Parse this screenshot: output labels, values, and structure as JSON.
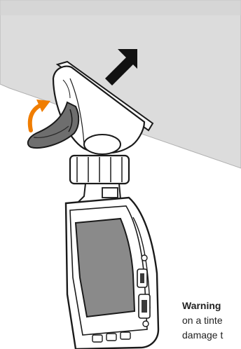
{
  "figure": {
    "description_icons": {
      "windshield": "windshield-glass",
      "push_arrow": "arrow-up-right-icon",
      "lever_arrow": "curved-arrow-icon",
      "device": "dash-camera"
    },
    "colors": {
      "glass": "#d9d9d9",
      "glass_edge": "#a7a7a7",
      "arrow_black": "#111111",
      "arrow_orange": "#f07d00",
      "line": "#1a1a1a"
    }
  },
  "warning": {
    "title": "Warning",
    "line1": "on a tinte",
    "line2": "damage t"
  }
}
